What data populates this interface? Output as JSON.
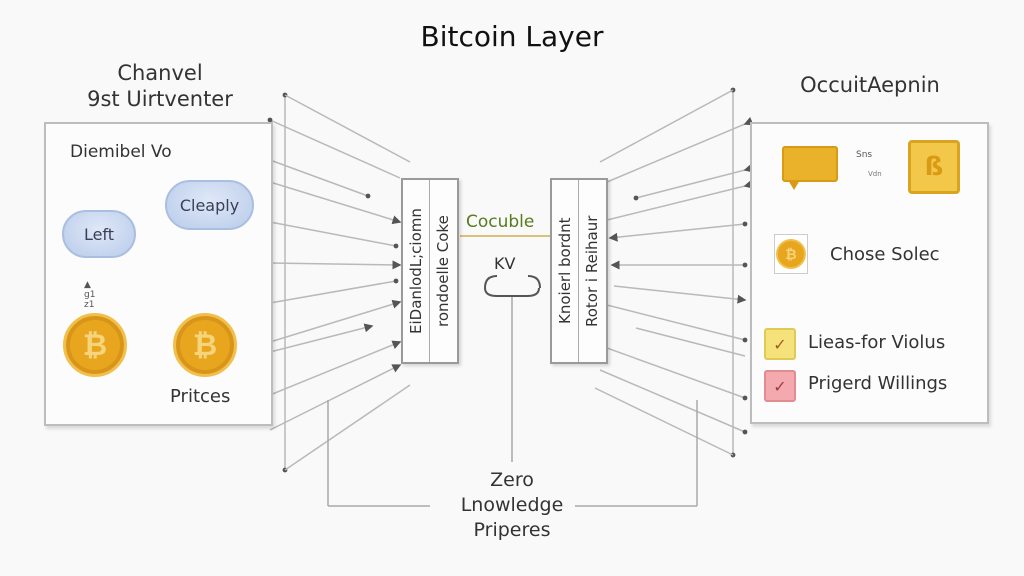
{
  "title": "Bitcoin Layer",
  "left_section": {
    "heading_line1": "Chanvel",
    "heading_line2": "9st Uirtventer",
    "panel_label": "Diemibel Vo",
    "cloud_left": "Left",
    "cloud_right": "Cleaply",
    "coin_symbol": "₿",
    "coins_label": "Pritces"
  },
  "center": {
    "left_box_col1": "EiDanlodL;ciomn",
    "left_box_col2": "rondoelle Coke",
    "connector_label": "Cocuble",
    "bracket_label": "KV",
    "right_box_col1": "Knoierl bordnt",
    "right_box_col2": "Rotor i Reihaur",
    "bottom_line1": "Zero",
    "bottom_line2": "Lnowledge",
    "bottom_line3": "Priperes"
  },
  "right_section": {
    "heading": "OccuitAepnin",
    "flow_label_top": "Sns",
    "flow_label_bottom": "Vdn",
    "coin_item_label": "Chose Solec",
    "checklist": [
      {
        "label": "Lieas-for Violus",
        "checked": true,
        "color": "#f6e27a"
      },
      {
        "label": "Prigerd Willings",
        "checked": true,
        "color": "#f3a9ae"
      }
    ]
  },
  "colors": {
    "coin": "#e8a61e",
    "cloud": "#c4d4ee",
    "connector": "#d9c27a",
    "connector_text": "#5a7a1e"
  }
}
